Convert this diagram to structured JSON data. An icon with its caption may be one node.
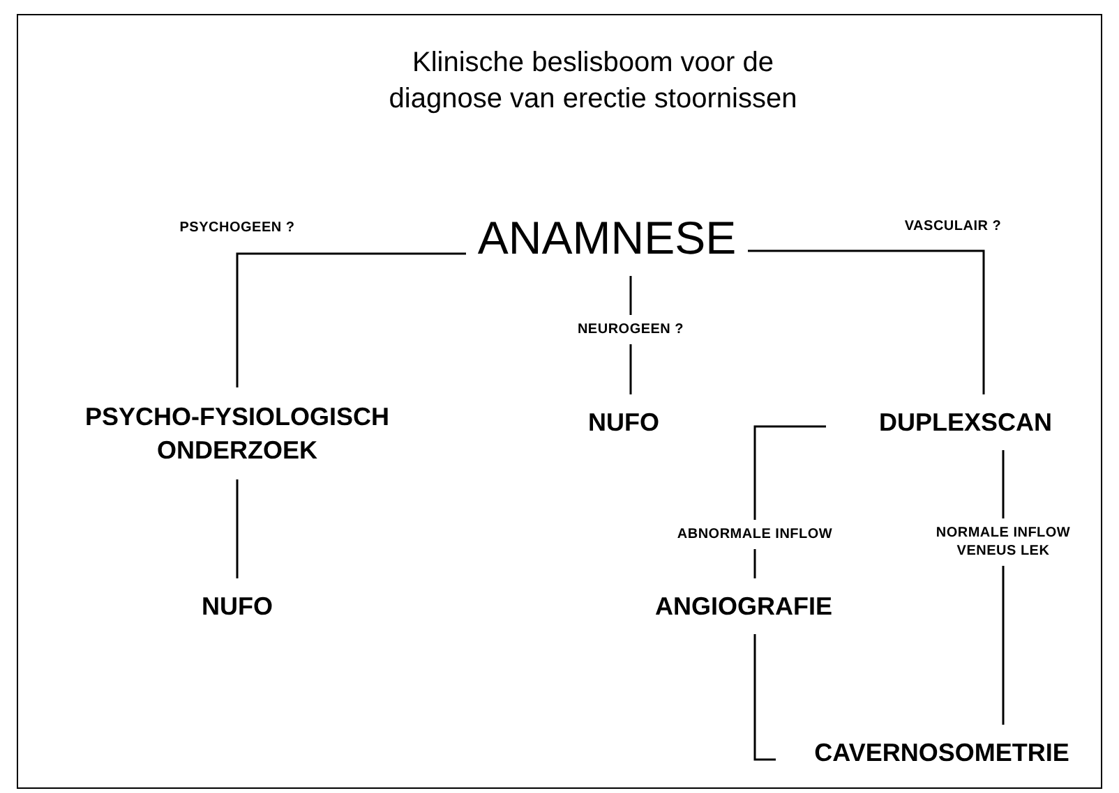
{
  "diagram": {
    "title": "Klinische beslisboom voor de diagnose van erectie stoornissen",
    "nodes": [
      {
        "text": [
          "ANAMNESE"
        ]
      },
      {
        "text": [
          "PSYCHO-FYSIOLOGISCH ONDERZOEK"
        ]
      },
      {
        "text": [
          "NUFO"
        ]
      },
      {
        "text": [
          "DUPLEXSCAN"
        ]
      },
      {
        "text": [
          "NUFO"
        ]
      },
      {
        "text": [
          "ANGIOGRAFIE"
        ]
      },
      {
        "text": [
          "CAVERNOSOMETRIE"
        ]
      }
    ],
    "edges": [
      {
        "from": 0,
        "to": 1,
        "arrow": "none",
        "label": "PSYCHOGEEN ?"
      },
      {
        "from": 0,
        "to": 2,
        "arrow": "none",
        "label": "NEUROGEEN ?"
      },
      {
        "from": 0,
        "to": 3,
        "arrow": "none",
        "label": "VASCULAIR ?"
      },
      {
        "from": 1,
        "to": 4,
        "arrow": "none"
      },
      {
        "from": 3,
        "to": 5,
        "arrow": "none",
        "label": "ABNORMALE INFLOW"
      },
      {
        "from": 3,
        "to": 6,
        "arrow": "none",
        "label": "NORMALE INFLOW VENEUS LEK"
      },
      {
        "from": 5,
        "to": 6,
        "arrow": "none"
      }
    ]
  }
}
